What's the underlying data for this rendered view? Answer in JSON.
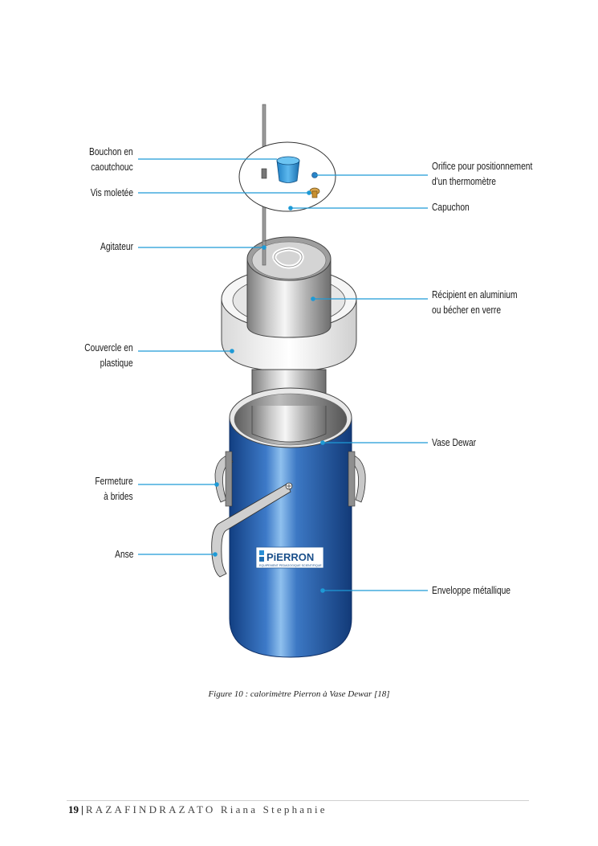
{
  "labels": {
    "bouchon": "Bouchon en\ncaoutchouc",
    "vis": "Vis moletée",
    "agitateur": "Agitateur",
    "couvercle": "Couvercle en\nplastique",
    "fermeture": "Fermeture\nà brides",
    "anse": "Anse",
    "orifice": "Orifice pour positionnement\nd'un thermomètre",
    "capuchon": "Capuchon",
    "recipient": "Récipient en aluminium\nou bécher en verre",
    "vase": "Vase Dewar",
    "enveloppe": "Enveloppe métallique"
  },
  "logo": {
    "brand": "PiERRON",
    "tagline": "EQUIPEMENT PEDAGOGIQUE SCIENTIFIQUE"
  },
  "caption": "Figure 10 : calorimètre Pierron à Vase Dewar [18]",
  "footer": {
    "page_number": "19",
    "separator": "|",
    "author": "RAZAFINDRAZATO Riana Stephanie"
  },
  "colors": {
    "leader": "#1e9ad6",
    "body_blue": "#2f66b0",
    "cap_aluminium": "#b8b8b8"
  }
}
